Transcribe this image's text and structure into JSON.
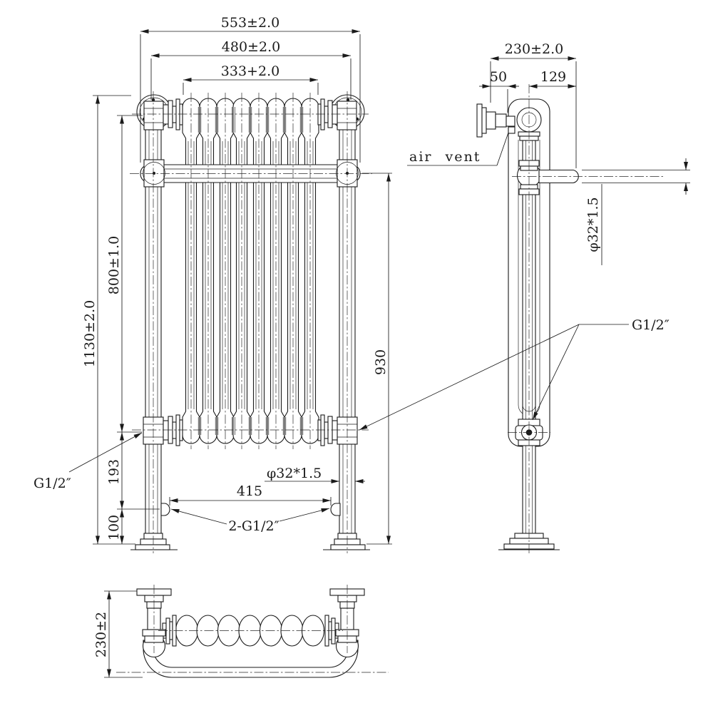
{
  "front": {
    "w_overall": "553±2.0",
    "w_centers": "480±2.0",
    "w_core": "333+2.0",
    "h_overall": "1130±2.0",
    "h_valves": "800±1.0",
    "h_rail_floor": "930",
    "h_valve_inlet": "193",
    "h_inlet_floor": "100",
    "w_inlets": "415",
    "pipe_spec": "φ32*1.5",
    "conn_left": "G1/2″",
    "conn_bottom": "2-G1/2″"
  },
  "side": {
    "depth_overall": "230±2.0",
    "vent_offset": "50",
    "rail_projection": "129",
    "air_vent_label": "air vent",
    "pipe_spec": "φ32*1.5",
    "conn_right": "G1/2″"
  },
  "plan": {
    "depth": "230±2"
  }
}
